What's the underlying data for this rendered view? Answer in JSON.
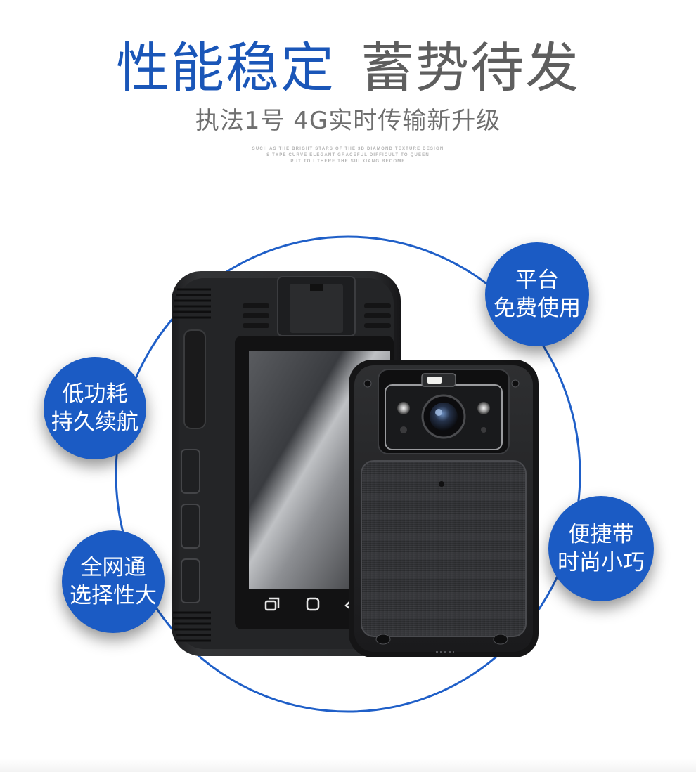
{
  "headline": {
    "part1": "性能稳定",
    "part2": "蓄势待发"
  },
  "subheadline": "执法1号 4G实时传输新升级",
  "tagline": [
    "SUCH AS THE BRIGHT STARS OF THE 3D DIAMOND TEXTURE DESIGN",
    "S TYPE CURVE ELEGANT GRACEFUL DIFFICULT TO QUEEN",
    "PUT TO I THERE THE SUI XIANG BECOME"
  ],
  "features": [
    {
      "line1": "平台",
      "line2": "免费使用"
    },
    {
      "line1": "低功耗",
      "line2": "持久续航"
    },
    {
      "line1": "便捷带",
      "line2": "时尚小巧"
    },
    {
      "line1": "全网通",
      "line2": "选择性大"
    }
  ],
  "colors": {
    "accent": "#1b5bc4",
    "headline_blue": "#1a56b8",
    "headline_gray": "#5e5e5e",
    "ring": "#1f5fc8"
  }
}
